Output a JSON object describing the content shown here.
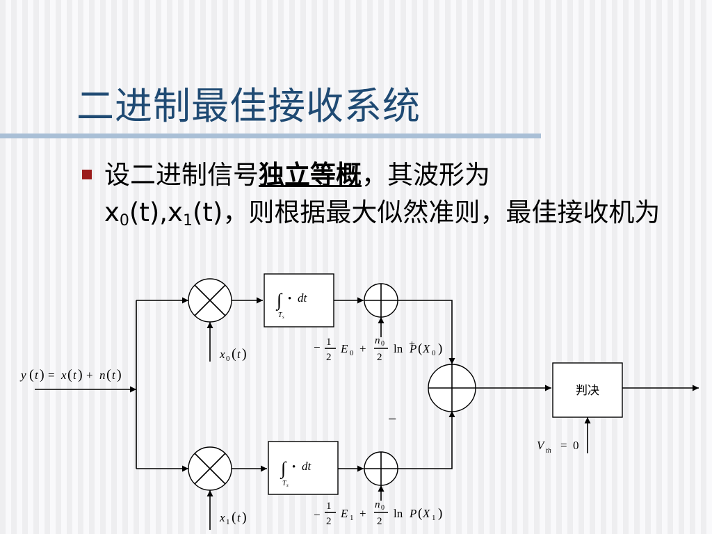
{
  "slide": {
    "title": "二进制最佳接收系统"
  },
  "bullet": {
    "part1": "设二进制信号",
    "emphasis": "独立等概",
    "part2": "，其波形为",
    "x0_base": "x",
    "x0_sub": "0",
    "x0_arg": "(t),",
    "x1_base": "x",
    "x1_sub": "1",
    "x1_arg": "(t)",
    "part3": "，则根据最大似然准则，最佳接收机为"
  },
  "diagram": {
    "input": {
      "y": "y",
      "t": "t",
      "x": "x",
      "n": "n",
      "eq": "=",
      "plus": "+",
      "lp": "(",
      "rp": ")"
    },
    "upper": {
      "ref_base": "x",
      "ref_sub": "0",
      "ref_arg": "t",
      "integral_sign": "∫",
      "integral_dot": "•",
      "integral_d": "dt",
      "integral_limit": "T",
      "integral_limit_sub": "s",
      "minus": "−",
      "one": "1",
      "two": "2",
      "E": "E",
      "E_sub": "0",
      "plus": "+",
      "n": "n",
      "n_sub": "0",
      "ln": "ln",
      "P": "P",
      "X": "X",
      "X_sub": "0",
      "lp": "(",
      "rp": ")",
      "sum_sign": "+"
    },
    "lower": {
      "ref_base": "x",
      "ref_sub": "1",
      "ref_arg": "t",
      "integral_sign": "∫",
      "integral_dot": "•",
      "integral_d": "dt",
      "integral_limit": "T",
      "integral_limit_sub": "s",
      "minus": "−",
      "one": "1",
      "two": "2",
      "E": "E",
      "E_sub": "1",
      "plus": "+",
      "n": "n",
      "n_sub": "0",
      "ln": "ln",
      "P": "P",
      "X": "X",
      "X_sub": "1",
      "lp": "(",
      "rp": ")",
      "sum_sign": "−"
    },
    "decision": {
      "label": "判决",
      "threshold_V": "V",
      "threshold_sub": "th",
      "threshold_eq": "=",
      "threshold_val": "0"
    }
  }
}
